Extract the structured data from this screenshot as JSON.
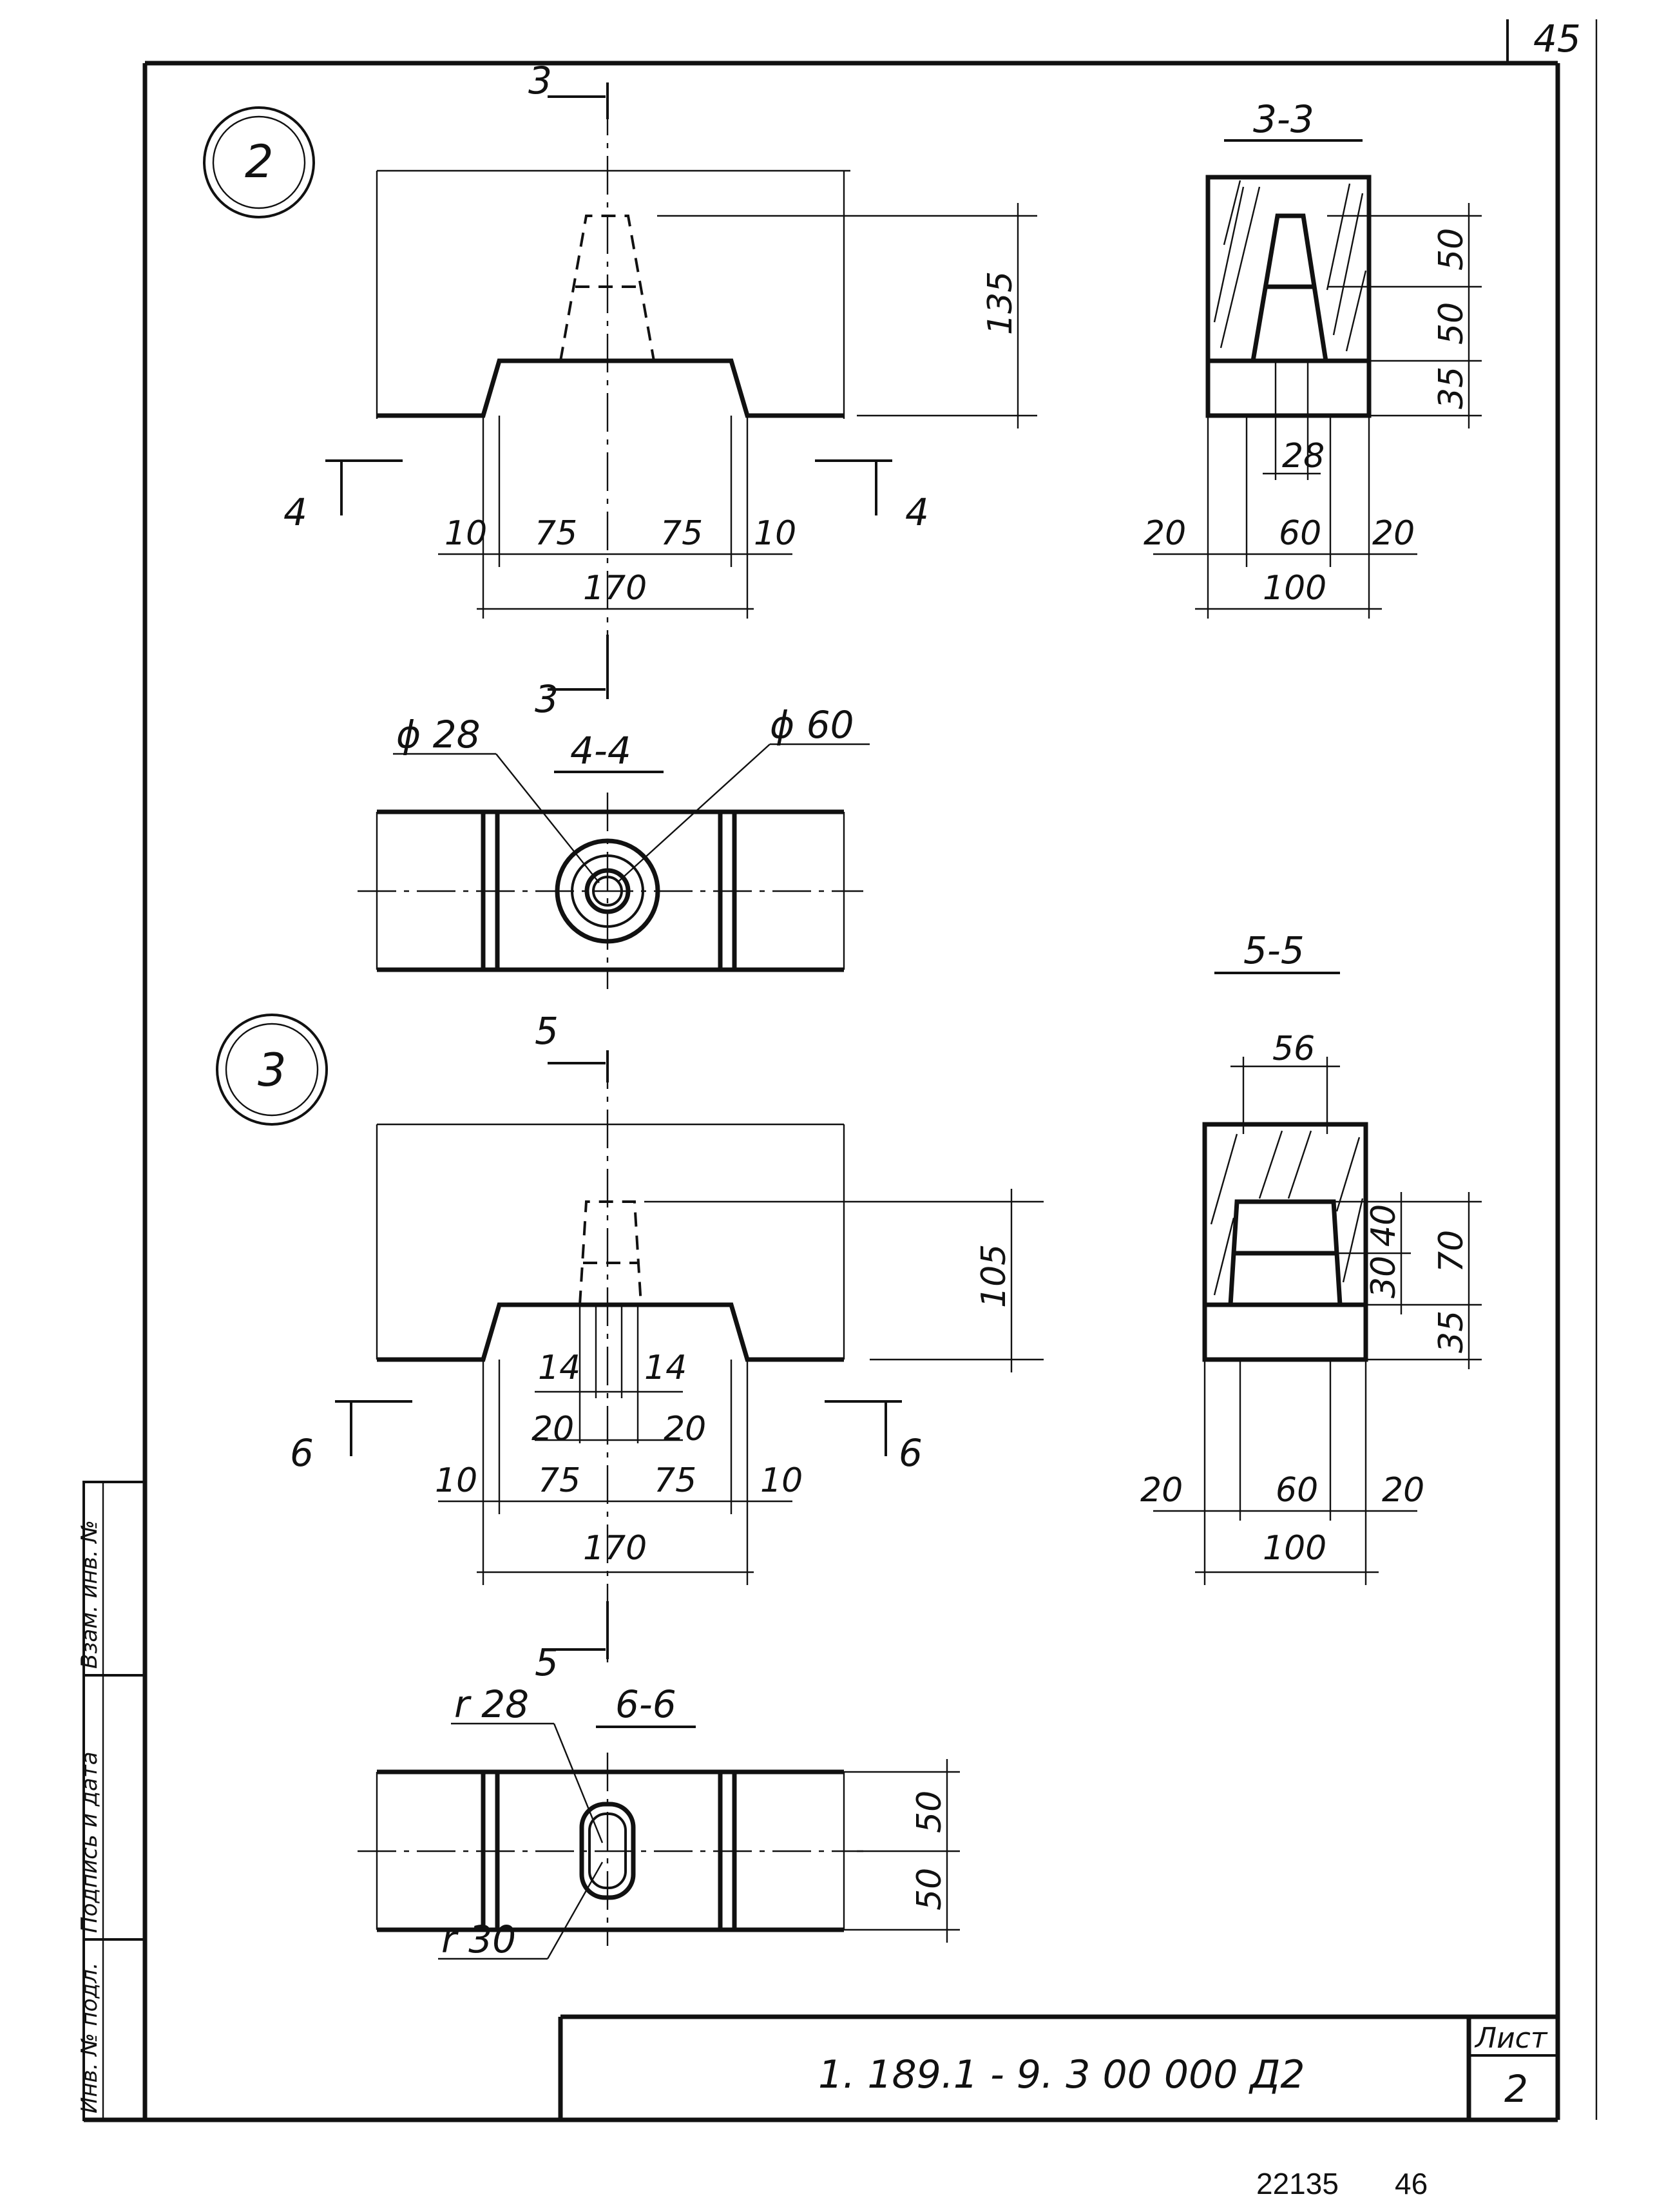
{
  "page": {
    "corner_number": "45",
    "footer_code": "22135",
    "footer_page": "46"
  },
  "views": {
    "v2": {
      "node_number": "2",
      "section_3_label": "3",
      "section_4_label": "4",
      "dims": {
        "height": "135",
        "left_edge": "10",
        "left_half": "75",
        "right_half": "75",
        "right_edge": "10",
        "total": "170"
      }
    },
    "s33": {
      "title": "3-3",
      "dims": {
        "h_top": "50",
        "h_mid": "50",
        "h_base": "35",
        "hole": "28",
        "left": "20",
        "mid": "60",
        "right": "20",
        "total": "100"
      }
    },
    "s44": {
      "title": "4-4",
      "dia_inner": "ϕ 28",
      "dia_outer": "ϕ 60"
    },
    "v3": {
      "node_number": "3",
      "section_5_label": "5",
      "section_6_label": "6",
      "dims": {
        "height": "105",
        "inner_l": "14",
        "inner_r": "14",
        "mid_l": "20",
        "mid_r": "20",
        "left_edge": "10",
        "left_half": "75",
        "right_half": "75",
        "right_edge": "10",
        "total": "170"
      }
    },
    "s55": {
      "title": "5-5",
      "dims": {
        "top_w": "56",
        "h40": "40",
        "h30": "30",
        "h70": "70",
        "h35": "35",
        "left": "20",
        "mid": "60",
        "right": "20",
        "total": "100"
      }
    },
    "s66": {
      "title": "6-6",
      "r_inner": "r 28",
      "r_outer": "r 30",
      "h_top": "50",
      "h_bot": "50"
    }
  },
  "stamp": {
    "side_labels": [
      "Инв. № подл.",
      "Подпись и дата",
      "Взам. инв. №"
    ],
    "designation": "1. 189.1 - 9. 3   00 000 Д2",
    "sheet_label": "Лист",
    "sheet_number": "2"
  }
}
